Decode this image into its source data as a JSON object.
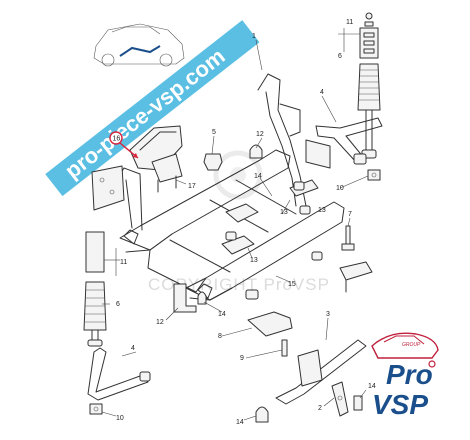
{
  "watermark": {
    "copyright": "COPYRIGHT ProVSP"
  },
  "banner": {
    "text": "pro-piece-vsp.com",
    "color": "#5bbfe3"
  },
  "logo": {
    "pro": "Pro",
    "vsp": "VSP",
    "group": "GROUP",
    "colors": {
      "blue": "#1a4f8c",
      "red": "#c0203c"
    }
  },
  "highlight": {
    "label": "16",
    "color": "#d7263d"
  },
  "callouts": [
    "1",
    "2",
    "3",
    "4",
    "4",
    "5",
    "6",
    "6",
    "7",
    "8",
    "9",
    "10",
    "10",
    "11",
    "11",
    "12",
    "12",
    "13",
    "13",
    "13",
    "14",
    "14",
    "14",
    "15",
    "16",
    "17"
  ]
}
